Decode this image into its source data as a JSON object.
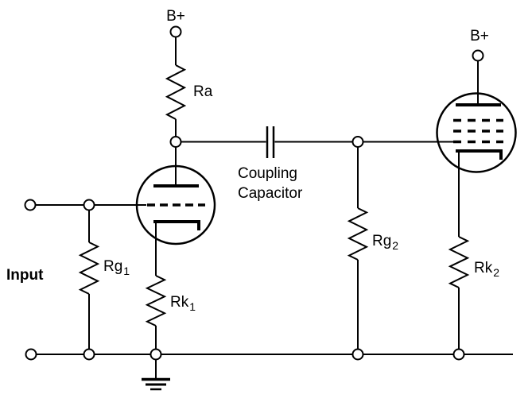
{
  "diagram": {
    "type": "schematic",
    "description_colors": {
      "line": "#000000",
      "background": "#ffffff"
    },
    "labels": {
      "supply1": "B+",
      "supply2": "B+",
      "ra": "Ra",
      "rg1_main": "Rg",
      "rg1_sub": "1",
      "rk1_main": "Rk",
      "rk1_sub": "1",
      "rg2_main": "Rg",
      "rg2_sub": "2",
      "rk2_main": "Rk",
      "rk2_sub": "2",
      "input": "Input",
      "coupling_line1": "Coupling",
      "coupling_line2": "Capacitor"
    },
    "components": {
      "tube1": "triode",
      "tube2": "pentode",
      "ground": "ground-symbol"
    }
  }
}
